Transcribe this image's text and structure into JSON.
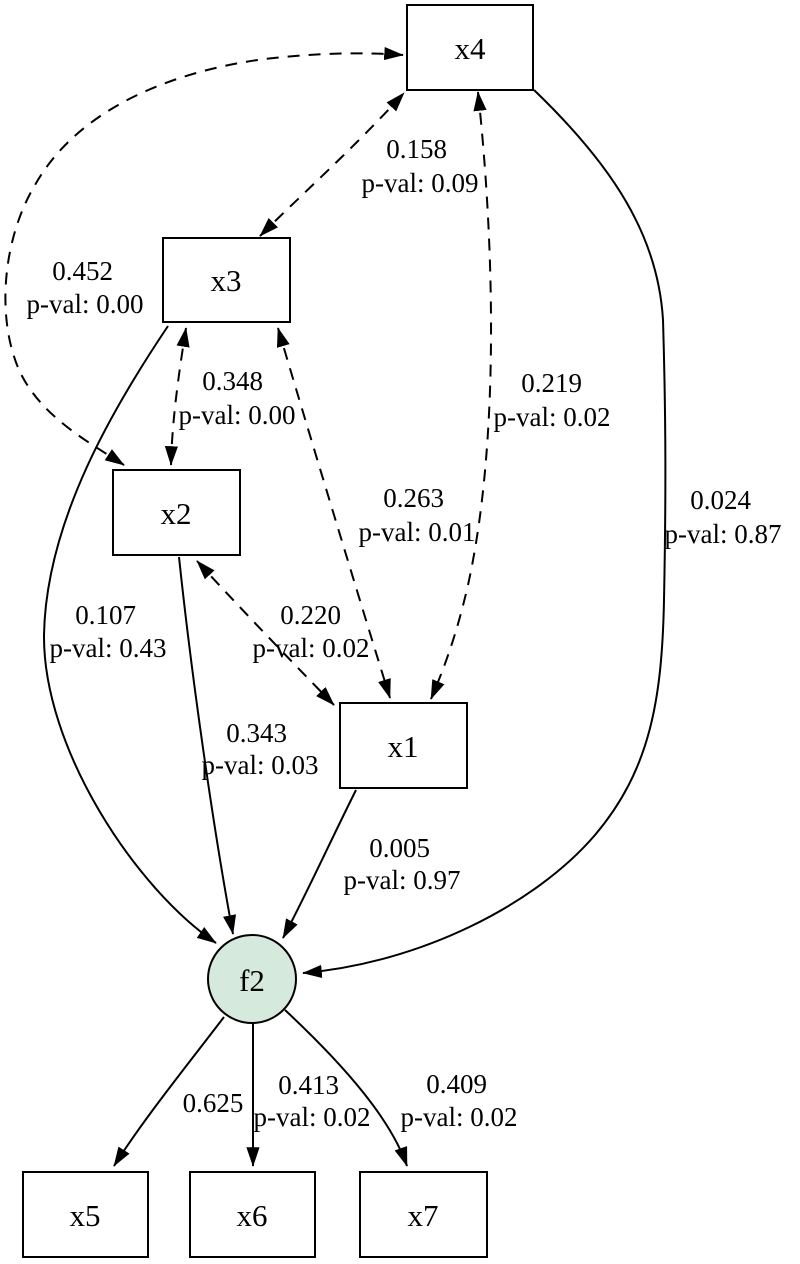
{
  "figure": {
    "type": "sem-path-diagram",
    "background_color": "#ffffff",
    "line_color": "#000000",
    "latent_fill": "#d6e9dd"
  },
  "diagram": {
    "nodes": [
      {
        "id": "x4",
        "label": "x4",
        "shape": "rectangle"
      },
      {
        "id": "x3",
        "label": "x3",
        "shape": "rectangle"
      },
      {
        "id": "x2",
        "label": "x2",
        "shape": "rectangle"
      },
      {
        "id": "x1",
        "label": "x1",
        "shape": "rectangle"
      },
      {
        "id": "f2",
        "label": "f2",
        "shape": "circle"
      },
      {
        "id": "x5",
        "label": "x5",
        "shape": "rectangle"
      },
      {
        "id": "x6",
        "label": "x6",
        "shape": "rectangle"
      },
      {
        "id": "x7",
        "label": "x7",
        "shape": "rectangle"
      }
    ],
    "edges": [
      {
        "from": "x3",
        "to": "x4",
        "type": "covariance",
        "style": "dashed",
        "bidirectional": true,
        "estimate": "0.158",
        "p_label": "p-val: 0.09"
      },
      {
        "from": "x2",
        "to": "x4",
        "type": "covariance",
        "style": "dashed",
        "bidirectional": true,
        "estimate": "0.452",
        "p_label": "p-val: 0.00"
      },
      {
        "from": "x2",
        "to": "x3",
        "type": "covariance",
        "style": "dashed",
        "bidirectional": true,
        "estimate": "0.348",
        "p_label": "p-val: 0.00"
      },
      {
        "from": "x3",
        "to": "x1",
        "type": "covariance",
        "style": "dashed",
        "bidirectional": true,
        "estimate": "0.263",
        "p_label": "p-val: 0.01"
      },
      {
        "from": "x1",
        "to": "x4",
        "type": "covariance",
        "style": "dashed",
        "bidirectional": true,
        "estimate": "0.219",
        "p_label": "p-val: 0.02"
      },
      {
        "from": "x2",
        "to": "x1",
        "type": "covariance",
        "style": "dashed",
        "bidirectional": true,
        "estimate": "0.220",
        "p_label": "p-val: 0.02"
      },
      {
        "from": "x3",
        "to": "f2",
        "type": "regression",
        "style": "solid",
        "bidirectional": false,
        "estimate": "0.107",
        "p_label": "p-val: 0.43"
      },
      {
        "from": "x2",
        "to": "f2",
        "type": "regression",
        "style": "solid",
        "bidirectional": false,
        "estimate": "0.343",
        "p_label": "p-val: 0.03"
      },
      {
        "from": "x1",
        "to": "f2",
        "type": "regression",
        "style": "solid",
        "bidirectional": false,
        "estimate": "0.005",
        "p_label": "p-val: 0.97"
      },
      {
        "from": "x4",
        "to": "f2",
        "type": "regression",
        "style": "solid",
        "bidirectional": false,
        "estimate": "0.024",
        "p_label": "p-val: 0.87"
      },
      {
        "from": "f2",
        "to": "x5",
        "type": "loading",
        "style": "solid",
        "bidirectional": false,
        "estimate": "0.625"
      },
      {
        "from": "f2",
        "to": "x6",
        "type": "loading",
        "style": "solid",
        "bidirectional": false,
        "estimate": "0.413",
        "p_label": "p-val: 0.02"
      },
      {
        "from": "f2",
        "to": "x7",
        "type": "loading",
        "style": "solid",
        "bidirectional": false,
        "estimate": "0.409",
        "p_label": "p-val: 0.02"
      }
    ]
  }
}
